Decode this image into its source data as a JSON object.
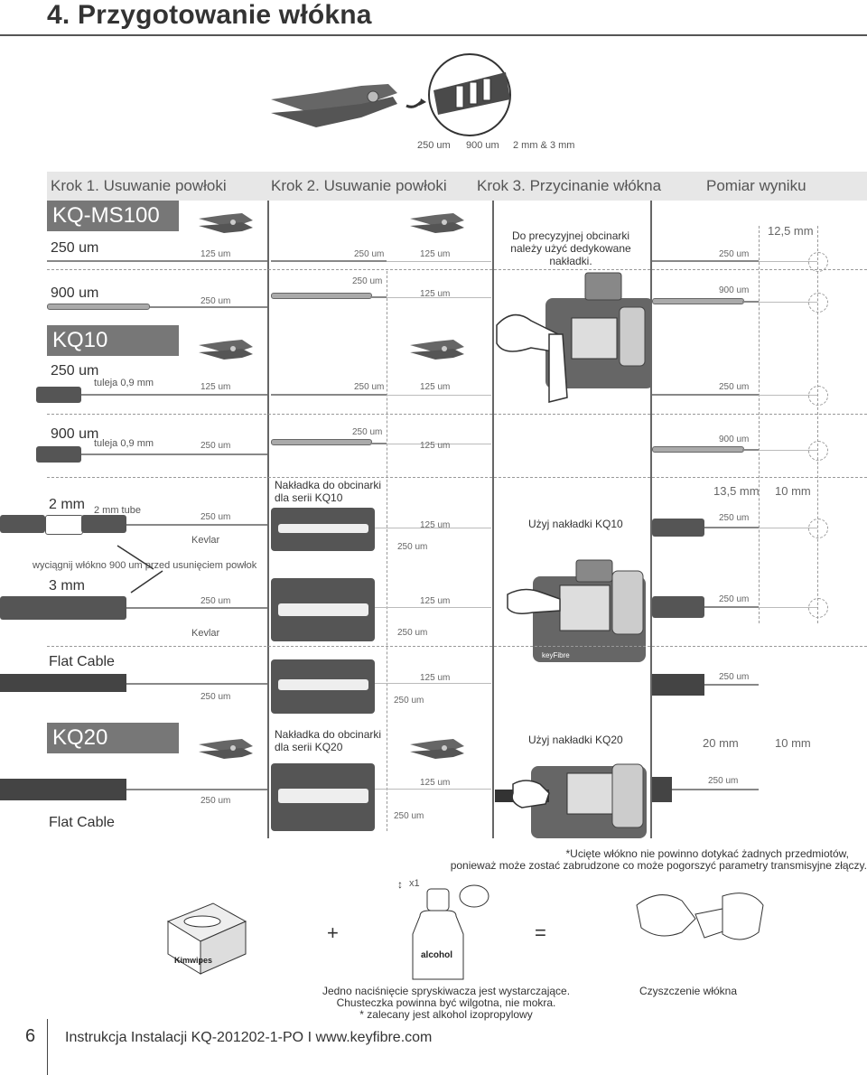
{
  "title": "4. Przygotowanie włókna",
  "stripper_sizes": [
    "250 um",
    "900 um",
    "2 mm & 3 mm"
  ],
  "steps": [
    "Krok 1. Usuwanie powłoki",
    "Krok 2. Usuwanie powłoki",
    "Krok 3. Przycinanie włókna",
    "Pomiar wyniku"
  ],
  "sections": {
    "kqms100": "KQ-MS100",
    "kq10": "KQ10",
    "kq20": "KQ20"
  },
  "rows": {
    "r250": "250 um",
    "r900": "900 um",
    "kq10_250": "250 um",
    "kq10_900": "900 um",
    "tuleja": "tuleja 0,9 mm",
    "r2mm": "2 mm",
    "tube2mm": "2 mm tube",
    "kevlar": "Kevlar",
    "pull_note": "wyciągnij włókno 900 um przed usunięciem powłok",
    "r3mm": "3 mm",
    "flat": "Flat Cable"
  },
  "labels": {
    "u125": "125 um",
    "u250": "250 um",
    "u900": "900 um"
  },
  "notes": {
    "precision": "Do precyzyjnej obcinarki należy użyć dedykowane nakładki.",
    "kq10_adapter": "Nakładka do obcinarki dla serii KQ10",
    "use_kq10": "Użyj nakładki KQ10",
    "kq20_adapter": "Nakładka do obcinarki dla serii KQ20",
    "use_kq20": "Użyj nakładki KQ20",
    "cut_warning_1": "*Ucięte włókno nie powinno dotykać żadnych przedmiotów,",
    "cut_warning_2": "ponieważ może zostać zabrudzone co może pogorszyć parametry transmisyjne złączy."
  },
  "measures": {
    "m12_5": "12,5 mm",
    "m13_5": "13,5 mm",
    "m10a": "10 mm",
    "m20": "20 mm",
    "m10b": "10 mm"
  },
  "cleaning": {
    "x1": "x1",
    "plus": "+",
    "equals": "=",
    "kimwipes_brand": "Kimwipes",
    "alcohol": "alcohol",
    "spray_1": "Jedno naciśnięcie spryskiwacza jest wystarczające.",
    "spray_2": "Chusteczka powinna być wilgotna, nie mokra.",
    "spray_3": "* zalecany jest alkohol izopropylowy",
    "cleaning_label": "Czyszczenie włókna"
  },
  "footer": {
    "page": "6",
    "text": "Instrukcja Instalacji  KQ-201202-1-PO  I  www.keyfibre.com"
  },
  "brand_on_device": "keyFibre"
}
